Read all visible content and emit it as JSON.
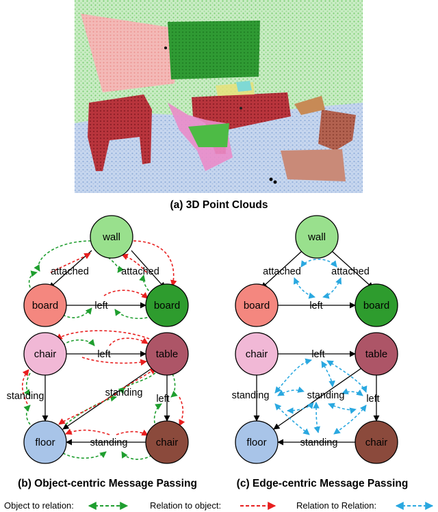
{
  "figure": {
    "panel_a_caption": "(a) 3D Point Clouds",
    "panel_b_caption": "(b) Object-centric Message Passing",
    "panel_c_caption": "(c) Edge-centric Message Passing"
  },
  "nodes": {
    "wall": "wall",
    "board_left": "board",
    "board_right": "board",
    "chair_top": "chair",
    "table": "table",
    "floor": "floor",
    "chair_bottom": "chair"
  },
  "edges": {
    "attached_left": "attached",
    "attached_right": "attached",
    "left_board": "left",
    "left_chair_table": "left",
    "standing_chair_floor": "standing",
    "standing_table_floor": "standing",
    "left_table_chair": "left",
    "standing_chair_floor_bottom": "standing"
  },
  "legend": {
    "object_to_relation": "Object to relation:",
    "relation_to_object": "Relation to object:",
    "relation_to_relation": "Relation to Relation:"
  },
  "colors": {
    "wall": "#99e08d",
    "board_pink": "#f4877f",
    "board_green": "#2e9c2e",
    "chair_pink": "#f1b8d6",
    "table": "#ad5567",
    "floor": "#a8c4e8",
    "chair_brown": "#8b4a3c",
    "object_to_relation": "#1f9e2f",
    "relation_to_object": "#e81f1f",
    "relation_to_relation": "#2aa8e0"
  }
}
